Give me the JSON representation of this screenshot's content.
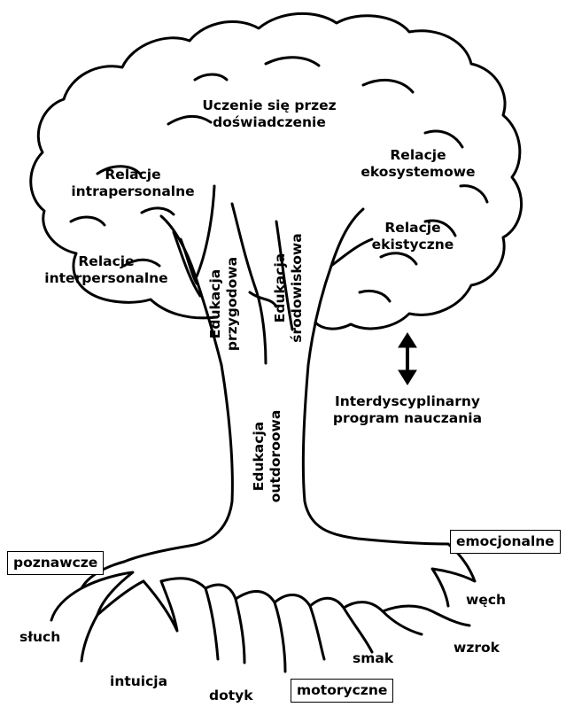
{
  "crown_labels": {
    "experience": [
      "Uczenie się przez",
      "doświadczenie"
    ],
    "intrapersonal": [
      "Relacje",
      "intrapersonalne"
    ],
    "interpersonal": [
      "Relacje",
      "interpersonalne"
    ],
    "ecosystem": [
      "Relacje",
      "ekosystemowe"
    ],
    "existential": [
      "Relacje",
      "ekistyczne"
    ]
  },
  "branch_labels": {
    "adventure": [
      "Edukacja",
      "przygodowa"
    ],
    "environmental": [
      "Edukacja",
      "środowiskowa"
    ]
  },
  "trunk_label": [
    "Edukacja",
    "outdoroowa"
  ],
  "side_note": [
    "Interdyscyplinarny",
    "program nauczania"
  ],
  "root_boxes": {
    "cognitive": "poznawcze",
    "emotional": "emocjonalne",
    "motor": "motoryczne"
  },
  "root_senses": {
    "hearing": "słuch",
    "intuition": "intuicja",
    "touch": "dotyk",
    "taste": "smak",
    "sight": "wzrok",
    "smell": "węch"
  },
  "colors": {
    "ink": "#000000",
    "paper": "#ffffff"
  }
}
